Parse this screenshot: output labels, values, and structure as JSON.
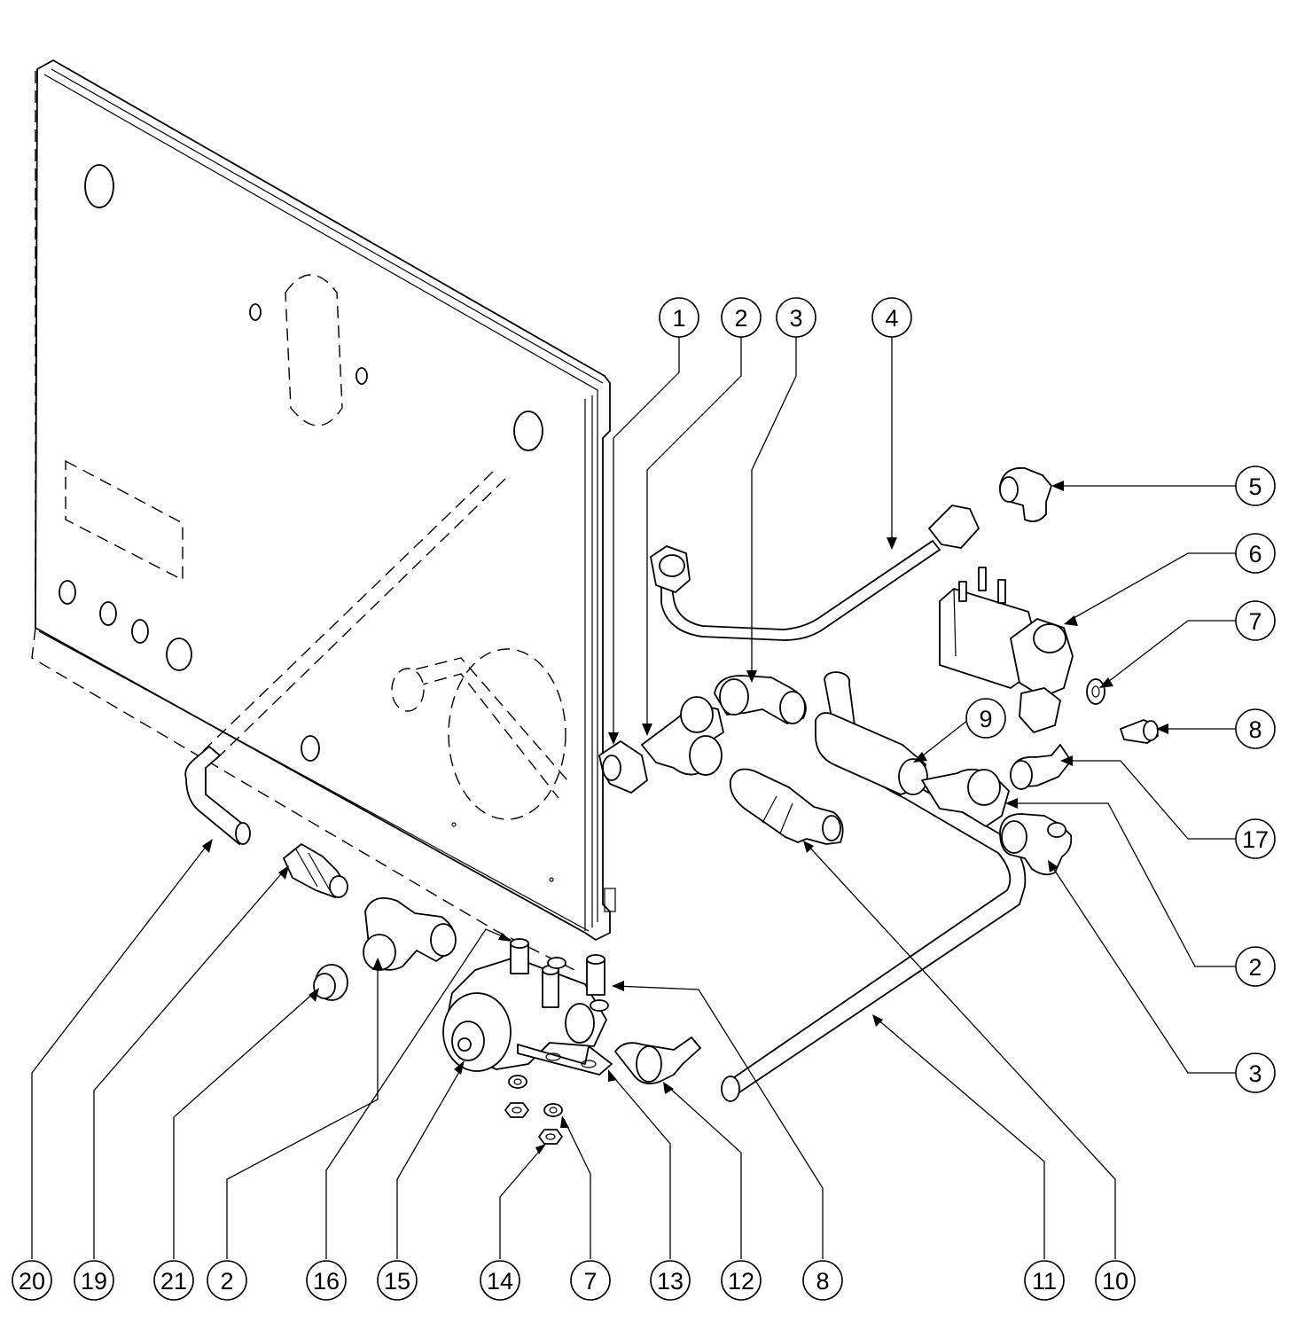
{
  "balloons": [
    {
      "id": "b-1-top",
      "label": "1"
    },
    {
      "id": "b-2-top",
      "label": "2"
    },
    {
      "id": "b-3-top",
      "label": "3"
    },
    {
      "id": "b-4-top",
      "label": "4"
    },
    {
      "id": "b-5-right",
      "label": "5"
    },
    {
      "id": "b-6-right",
      "label": "6"
    },
    {
      "id": "b-7-right",
      "label": "7"
    },
    {
      "id": "b-8-right",
      "label": "8"
    },
    {
      "id": "b-9-mid",
      "label": "9"
    },
    {
      "id": "b-17-right",
      "label": "17"
    },
    {
      "id": "b-2-right",
      "label": "2"
    },
    {
      "id": "b-3-right",
      "label": "3"
    },
    {
      "id": "b-20-bottom",
      "label": "20"
    },
    {
      "id": "b-19-bottom",
      "label": "19"
    },
    {
      "id": "b-21-bottom",
      "label": "21"
    },
    {
      "id": "b-2-bottom",
      "label": "2"
    },
    {
      "id": "b-16-bottom",
      "label": "16"
    },
    {
      "id": "b-15-bottom",
      "label": "15"
    },
    {
      "id": "b-14-bottom",
      "label": "14"
    },
    {
      "id": "b-7-bottom",
      "label": "7"
    },
    {
      "id": "b-13-bottom",
      "label": "13"
    },
    {
      "id": "b-12-bottom",
      "label": "12"
    },
    {
      "id": "b-8-bottom",
      "label": "8"
    },
    {
      "id": "b-11-bottom",
      "label": "11"
    },
    {
      "id": "b-10-bottom",
      "label": "10"
    }
  ]
}
